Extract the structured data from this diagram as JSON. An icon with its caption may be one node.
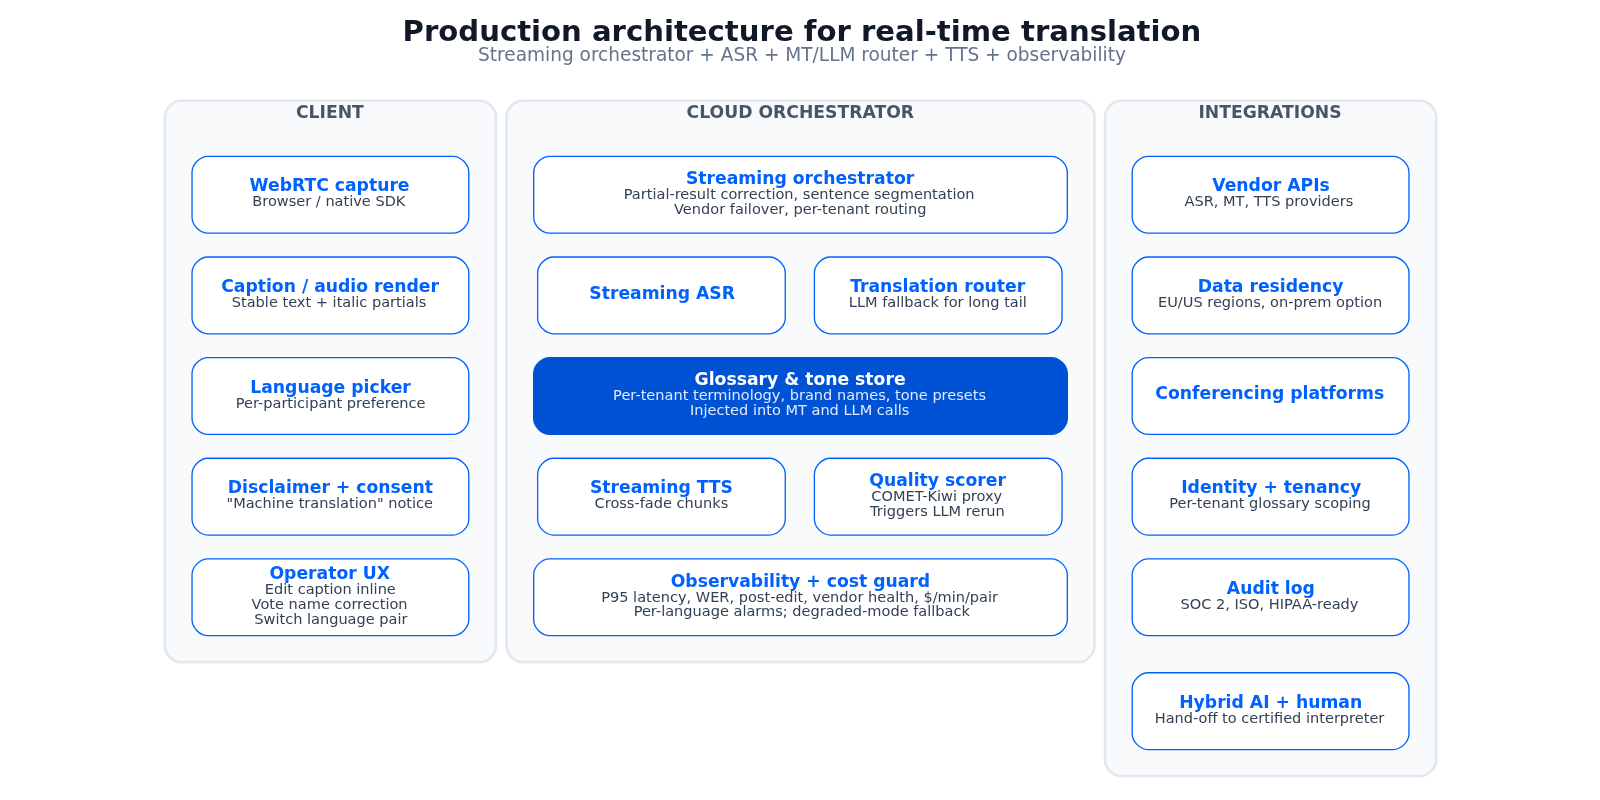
{
  "diagram": {
    "title": "Production architecture for real-time translation",
    "caption": "Streaming orchestrator + ASR + MT/LLM router + TTS + observability",
    "nodes": [
      {
        "text": [
          "CLIENT"
        ]
      },
      {
        "text": [
          "WebRTC capture",
          "Browser / native SDK"
        ],
        "in": 0
      },
      {
        "text": [
          "Caption / audio render",
          "Stable text + italic partials"
        ],
        "in": 0
      },
      {
        "text": [
          "Language picker",
          "Per-participant preference"
        ],
        "in": 0
      },
      {
        "text": [
          "Disclaimer + consent",
          "\"Machine translation\" notice"
        ],
        "in": 0
      },
      {
        "text": [
          "Operator UX",
          "Edit caption inline",
          "Vote name correction",
          "Switch language pair"
        ],
        "in": 0
      },
      {
        "text": [
          "CLOUD ORCHESTRATOR"
        ]
      },
      {
        "text": [
          "Streaming orchestrator",
          "Partial-result correction, sentence segmentation",
          "Vendor failover, per-tenant routing"
        ],
        "in": 6
      },
      {
        "text": [
          "Streaming ASR"
        ],
        "in": 6
      },
      {
        "text": [
          "Translation router",
          "LLM fallback for long tail"
        ],
        "in": 6
      },
      {
        "text": [
          "Glossary & tone store",
          "Per-tenant terminology, brand names, tone presets",
          "Injected into MT and LLM calls"
        ],
        "in": 6
      },
      {
        "text": [
          "Streaming TTS",
          "Cross-fade chunks"
        ],
        "in": 6
      },
      {
        "text": [
          "Quality scorer",
          "COMET-Kiwi proxy",
          "Triggers LLM rerun"
        ],
        "in": 6
      },
      {
        "text": [
          "Observability + cost guard",
          "P95 latency, WER, post-edit, vendor health, $/min/pair",
          "Per-language alarms; degraded-mode fallback"
        ],
        "in": 6
      },
      {
        "text": [
          "INTEGRATIONS"
        ]
      },
      {
        "text": [
          "Vendor APIs",
          "ASR, MT, TTS providers"
        ],
        "in": 14
      },
      {
        "text": [
          "Data residency",
          "EU/US regions, on-prem option"
        ],
        "in": 14
      },
      {
        "text": [
          "Conferencing platforms"
        ],
        "in": 14
      },
      {
        "text": [
          "Identity + tenancy",
          "Per-tenant glossary scoping"
        ],
        "in": 14
      },
      {
        "text": [
          "Audit log",
          "SOC 2, ISO, HIPAA-ready"
        ],
        "in": 14
      },
      {
        "text": [
          "Hybrid AI + human",
          "Hand-off to certified interpreter"
        ],
        "in": 14
      }
    ]
  }
}
